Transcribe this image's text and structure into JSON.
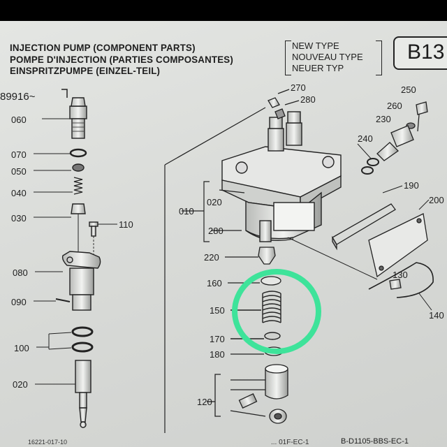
{
  "header": {
    "title_en": "INJECTION PUMP (COMPONENT PARTS)",
    "title_fr": "POMPE D'INJECTION (PARTIES COMPOSANTES)",
    "title_de": "EINSPRITZPUMPE (EINZEL-TEIL)",
    "type_en": "NEW TYPE",
    "type_fr": "NOUVEAU TYPE",
    "type_de": "NEUER TYP",
    "page_code": "B13"
  },
  "serial_range": "89916~",
  "part_labels": {
    "p060": "060",
    "p070": "070",
    "p050": "050",
    "p040": "040",
    "p030": "030",
    "p110": "110",
    "p080": "080",
    "p090": "090",
    "p100": "100",
    "p020_left": "020",
    "p270": "270",
    "p280_top": "280",
    "p250": "250",
    "p260": "260",
    "p230": "230",
    "p240": "240",
    "p190": "190",
    "p200": "200",
    "p010": "010",
    "p020_group": "020",
    "p280_group": "280",
    "p220": "220",
    "p160": "160",
    "p150": "150",
    "p170": "170",
    "p180": "180",
    "p130": "130",
    "p140": "140",
    "p120": "120"
  },
  "footer": {
    "left_code": "16221-017-10",
    "mid_code": "... 01F-EC-1",
    "right_code": "B-D1105-BBS-EC-1"
  },
  "highlight": {
    "color": "#3ee39a",
    "target_parts": [
      "150",
      "170"
    ]
  }
}
